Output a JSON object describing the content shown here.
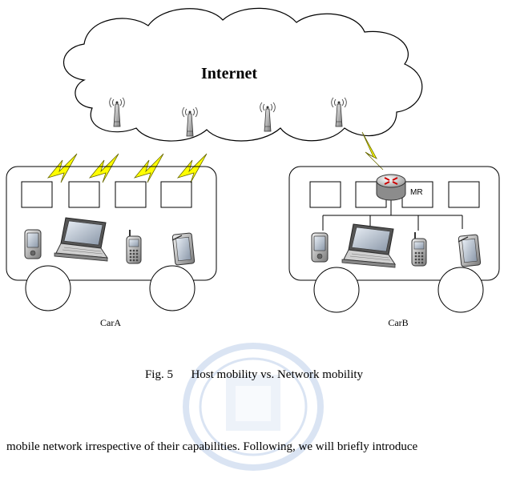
{
  "diagram": {
    "cloud_label": "Internet",
    "car_a_label": "CarA",
    "car_b_label": "CarB",
    "router_label": "MR"
  },
  "caption": "Fig. 5      Host mobility vs. Network mobility",
  "body_text": "mobile network irrespective of their capabilities. Following, we will briefly introduce",
  "colors": {
    "lightning": "#ffff00",
    "router_arrows": "#cc0000",
    "watermark": "#3a6fbf"
  }
}
